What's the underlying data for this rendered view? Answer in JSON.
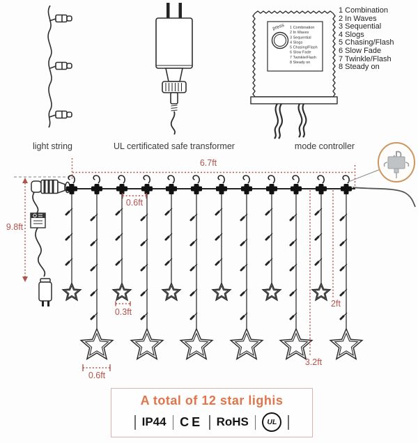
{
  "top_section": {
    "items": [
      {
        "label": "light string"
      },
      {
        "label": "UL certificated safe transformer"
      },
      {
        "label": "mode controller"
      }
    ],
    "controller_button_label": "press",
    "modes": [
      "1 Combination",
      "2 In Waves",
      "3 Sequential",
      "4 Slogs",
      "5 Chasing/Flash",
      "6 Slow Fade",
      "7 Twinkle/Flash",
      "8 Steady on"
    ]
  },
  "measurements": {
    "total_width": "6.7ft",
    "lead_length": "9.8ft",
    "drop_spacing": "0.6ft",
    "small_star_width": "0.3ft",
    "big_star_width": "0.6ft",
    "short_drop_length": "2ft",
    "long_drop_length": "3.2ft"
  },
  "footer": {
    "title": "A total of 12 star lighis",
    "badges": [
      "IP44",
      "CE",
      "RoHS",
      "UL"
    ]
  },
  "colors": {
    "measurement_red": "#b2544c",
    "title_orange": "#e0744a",
    "box_border": "#ddb3a5",
    "hook_oval": "#cc9660",
    "line_art": "#2e2e2e"
  }
}
